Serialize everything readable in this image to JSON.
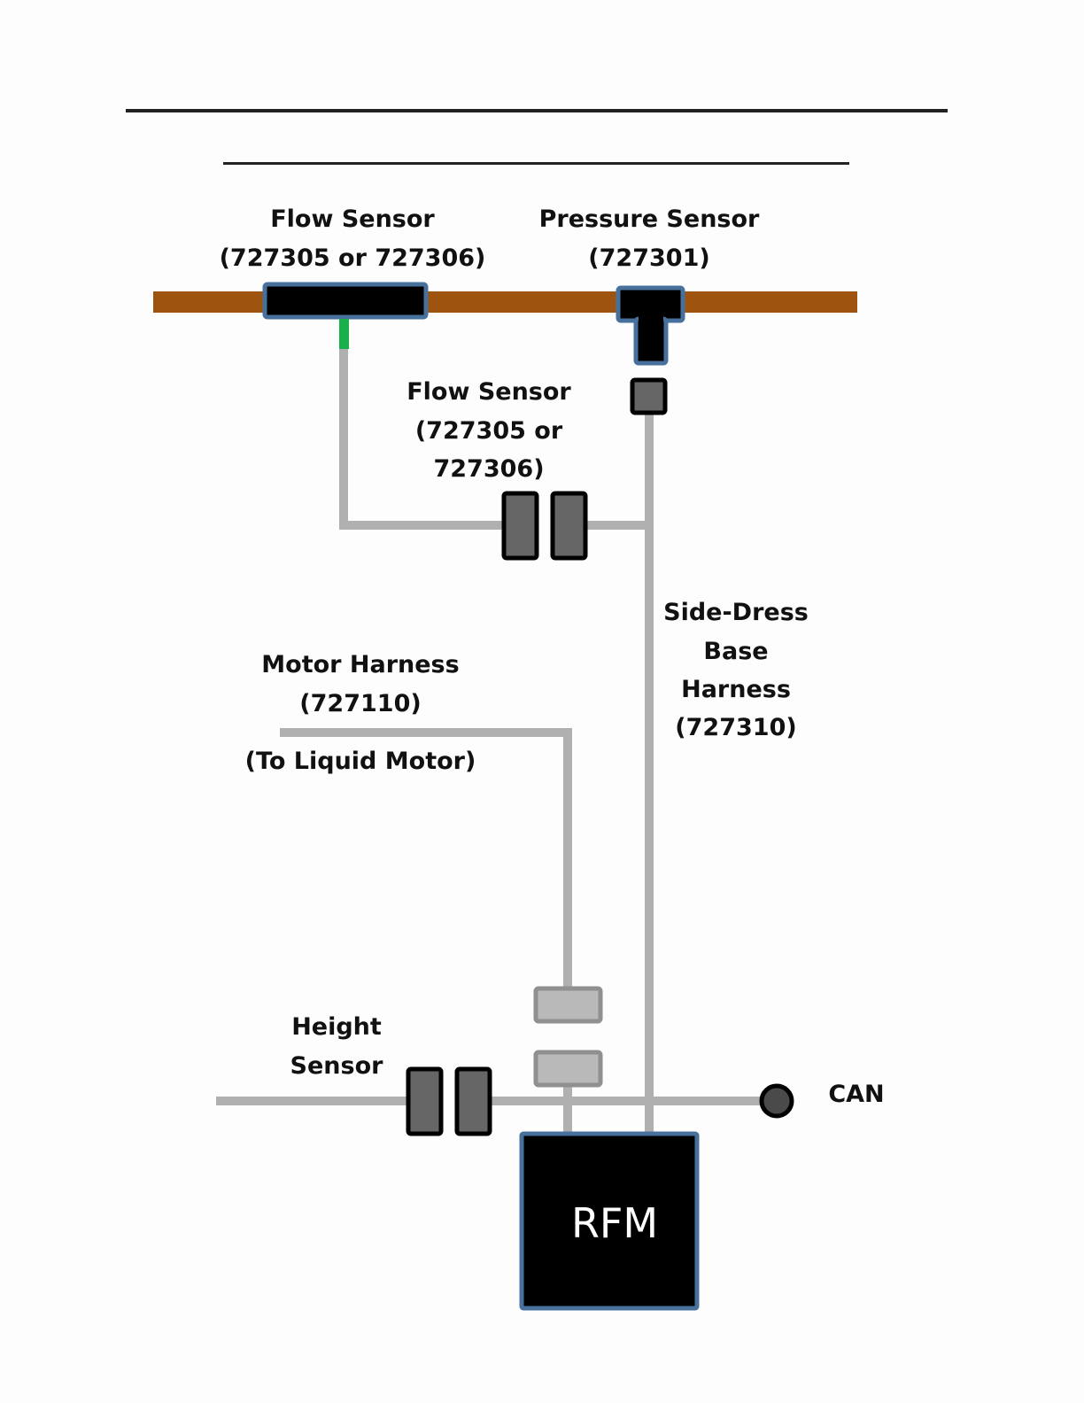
{
  "diagram": {
    "labels": {
      "flow_sensor_top": [
        "Flow Sensor",
        "(727305 or 727306)"
      ],
      "pressure_sensor": [
        "Pressure Sensor",
        "(727301)"
      ],
      "flow_sensor_mid": [
        "Flow Sensor",
        "(727305 or",
        "727306)"
      ],
      "side_dress": [
        "Side-Dress",
        "Base",
        "Harness",
        "(727310)"
      ],
      "motor_harness": [
        "Motor Harness",
        "(727110)"
      ],
      "to_liquid_motor": "(To Liquid Motor)",
      "height_sensor": [
        "Height",
        "Sensor"
      ],
      "can": "CAN",
      "rfm": "RFM"
    },
    "colors": {
      "pipe": "#9e530f",
      "sensor_fill": "#000000",
      "sensor_border": "#48709c",
      "wire": "#b0b0b0",
      "flow_lead": "#18b04a",
      "connector_dark": "#666666",
      "connector_light": "#b9b9b9"
    }
  }
}
